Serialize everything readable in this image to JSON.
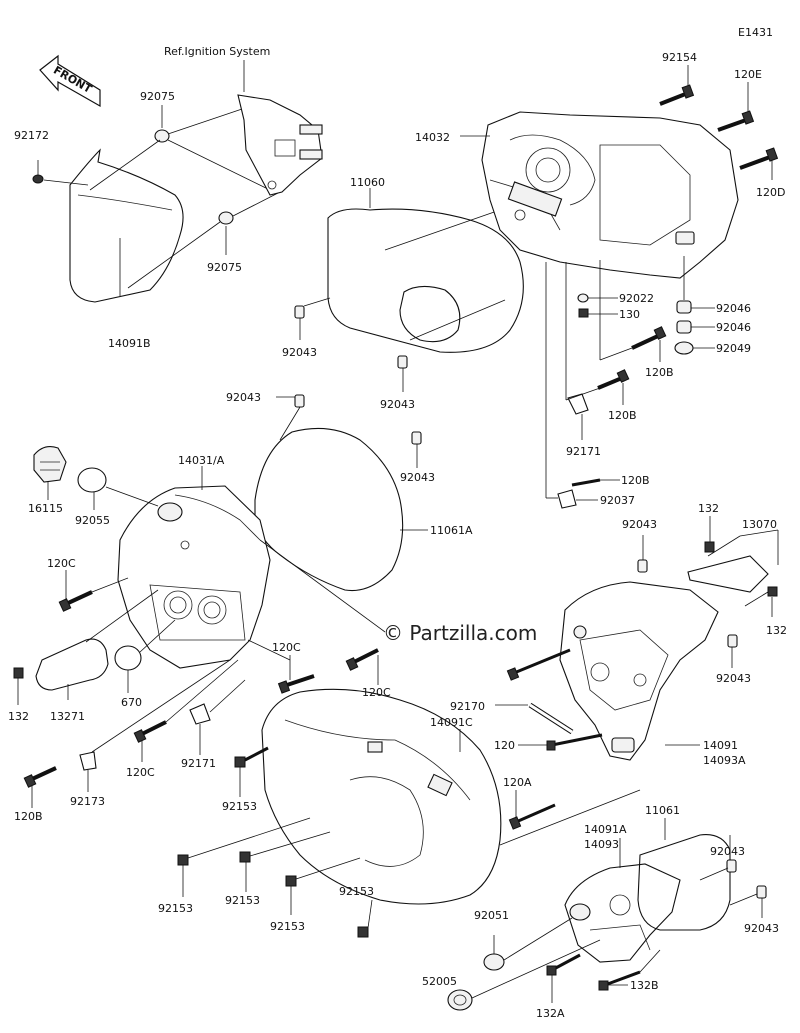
{
  "diagram_id": "E1431",
  "reference_note": "Ref.Ignition System",
  "front_marker": "FRONT",
  "watermark": "© Partzilla.com",
  "parts": {
    "p92154": "92154",
    "p120E": "120E",
    "p14032": "14032",
    "p120D": "120D",
    "p92172": "92172",
    "p92075a": "92075",
    "p92075b": "92075",
    "p11060": "11060",
    "p14091B": "14091B",
    "p92043a": "92043",
    "p92043b": "92043",
    "p92022": "92022",
    "p130": "130",
    "p92046a": "92046",
    "p92046b": "92046",
    "p92049": "92049",
    "p120Ba": "120B",
    "p120Bb": "120B",
    "p92171a": "92171",
    "p120Bc": "120B",
    "p92037": "92037",
    "p92043c": "92043",
    "p92043d": "92043",
    "p14031A": "14031/A",
    "p16115": "16115",
    "p92055": "92055",
    "p11061A": "11061A",
    "p120Ca": "120C",
    "p132a": "132",
    "p13070": "13070",
    "p92043e": "92043",
    "p132b": "132",
    "p132c": "132",
    "p13271": "13271",
    "p670": "670",
    "p120Cb": "120C",
    "p120Cc": "120C",
    "p92043f": "92043",
    "p92170": "92170",
    "p14091C": "14091C",
    "p120": "120",
    "p14091": "14091",
    "p14093A": "14093A",
    "p120Cd": "120C",
    "p92171b": "92171",
    "p120Bd": "120B",
    "p92173": "92173",
    "p92153a": "92153",
    "p120A": "120A",
    "p11061": "11061",
    "p14091A": "14091A",
    "p14093": "14093",
    "p92043g": "92043",
    "p92153b": "92153",
    "p92153c": "92153",
    "p92153d": "92153",
    "p92153e": "92153",
    "p92051": "92051",
    "p92043h": "92043",
    "p52005": "52005",
    "p132B": "132B",
    "p132A": "132A"
  }
}
